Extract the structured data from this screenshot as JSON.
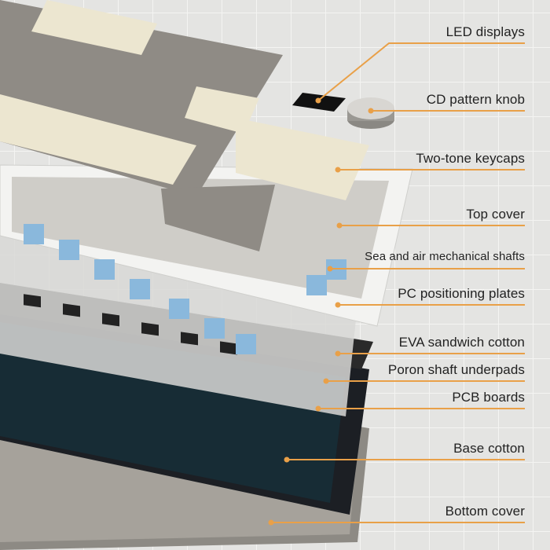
{
  "accent_color": "#e9a048",
  "callouts": [
    {
      "label": "LED displays"
    },
    {
      "label": "CD pattern knob"
    },
    {
      "label": "Two-tone keycaps"
    },
    {
      "label": "Top cover"
    },
    {
      "label": "Sea and air mechanical shafts"
    },
    {
      "label": "PC positioning plates"
    },
    {
      "label": "EVA sandwich cotton"
    },
    {
      "label": "Poron shaft underpads"
    },
    {
      "label": "PCB boards"
    },
    {
      "label": "Base cotton"
    },
    {
      "label": "Bottom cover"
    }
  ]
}
